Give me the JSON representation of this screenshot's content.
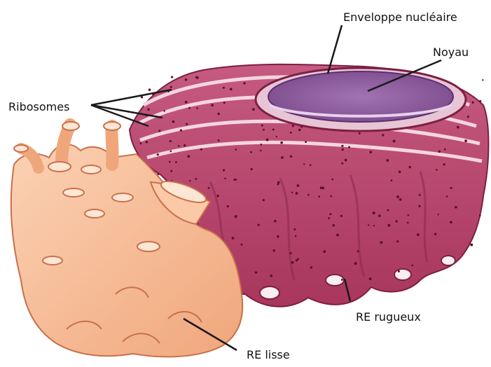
{
  "labels": {
    "nuclear_envelope": "Enveloppe nucléaire",
    "nucleus": "Noyau",
    "ribosomes": "Ribosomes",
    "rough_er": "RE rugueux",
    "smooth_er": "RE lisse"
  },
  "colors": {
    "rough_er": "#b8436b",
    "rough_er_dark": "#7d1f43",
    "rough_er_light": "#d9809e",
    "nucleus": "#8e5a9e",
    "nucleus_light": "#b88dc4",
    "smooth_er": "#f6b890",
    "smooth_er_dark": "#d97f57",
    "smooth_er_light": "#fcd9bf",
    "ribosome": "#5a1028",
    "leader": "#1a1a1a"
  }
}
